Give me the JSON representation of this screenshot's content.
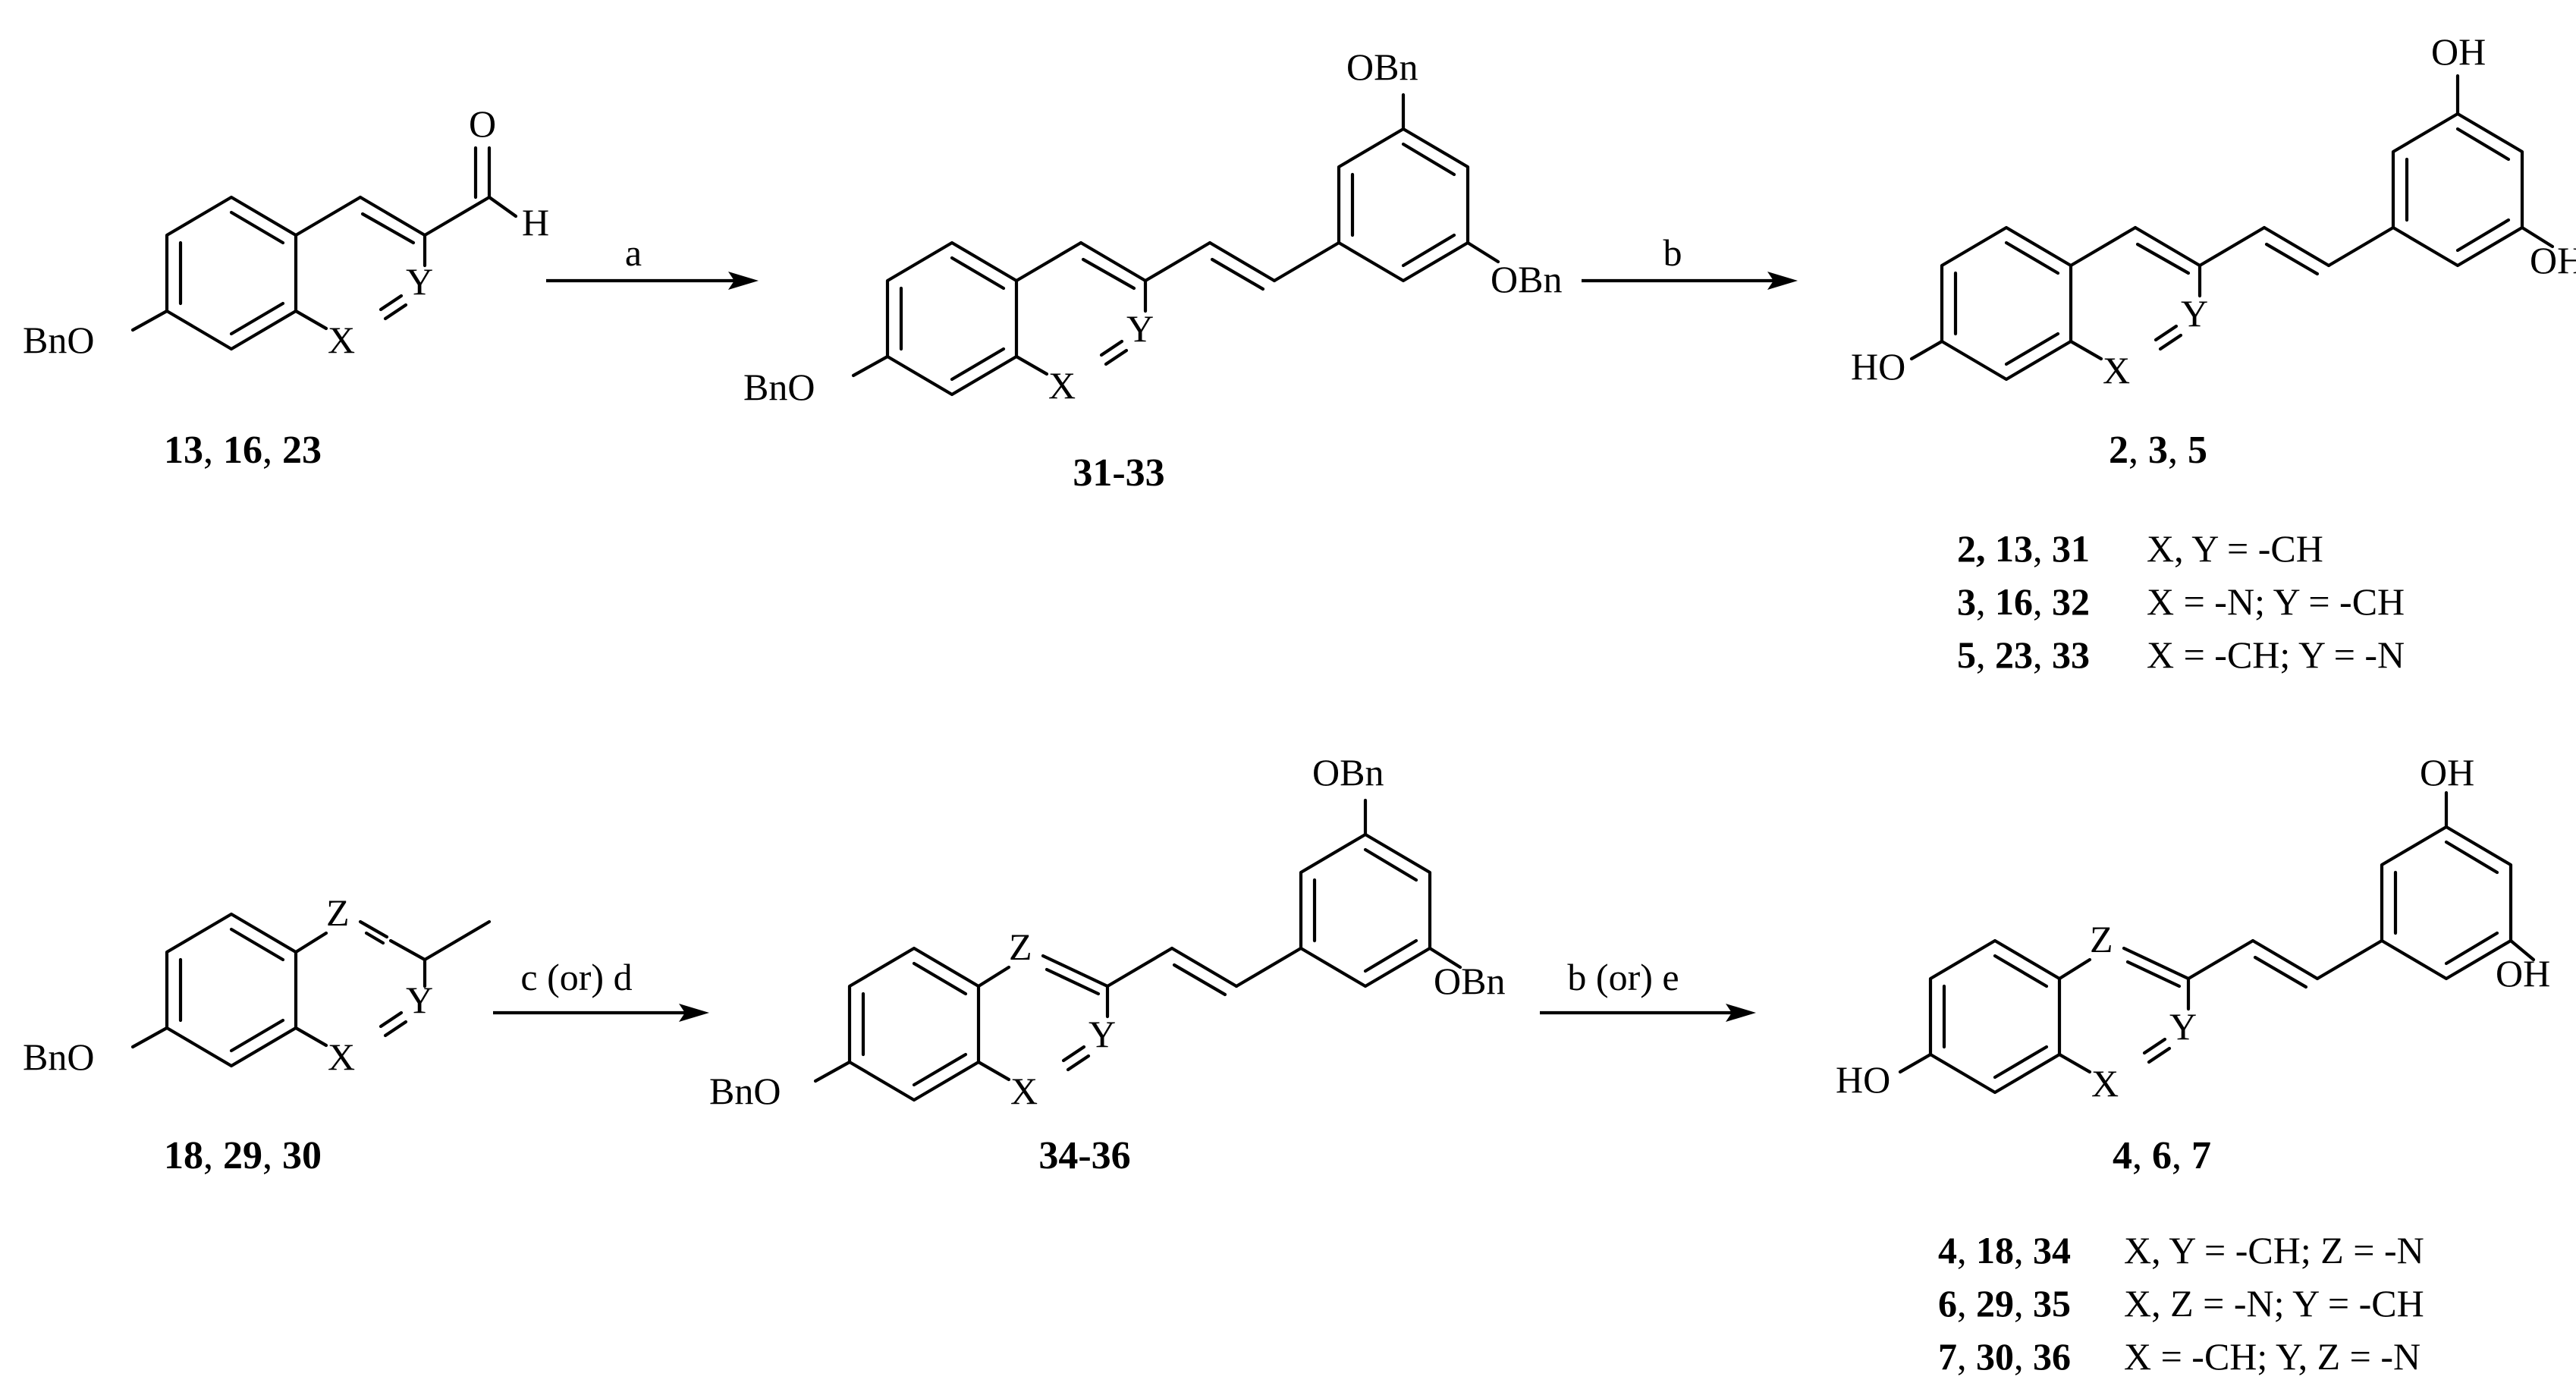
{
  "atoms": {
    "O": "O",
    "H": "H",
    "X": "X",
    "Y": "Y",
    "Z": "Z",
    "BnO": "BnO",
    "OBn": "OBn",
    "HO": "HO",
    "OH": "OH"
  },
  "reagents": {
    "a": "a",
    "b": "b",
    "c_or_d": "c (or) d",
    "b_or_e": "b (or) e"
  },
  "compounds": {
    "row1_start": [
      "13",
      "16",
      "23"
    ],
    "row1_mid": "31-33",
    "row1_end": [
      "2",
      "3",
      "5"
    ],
    "row2_start": [
      "18",
      "29",
      "30"
    ],
    "row2_mid": "34-36",
    "row2_end": [
      "4",
      "6",
      "7"
    ]
  },
  "legend_row1": [
    {
      "ids": [
        "2",
        "13",
        "31"
      ],
      "def": "X, Y = -CH"
    },
    {
      "ids": [
        "3",
        "16",
        "32"
      ],
      "def": "X = -N; Y = -CH"
    },
    {
      "ids": [
        "5",
        "23",
        "33"
      ],
      "def": "X = -CH; Y = -N"
    }
  ],
  "legend_row2": [
    {
      "ids": [
        "4",
        "18",
        "34"
      ],
      "def": "X, Y = -CH; Z = -N"
    },
    {
      "ids": [
        "6",
        "29",
        "35"
      ],
      "def": "X, Z = -N; Y = -CH"
    },
    {
      "ids": [
        "7",
        "30",
        "36"
      ],
      "def": "X = -CH; Y, Z = -N"
    }
  ]
}
